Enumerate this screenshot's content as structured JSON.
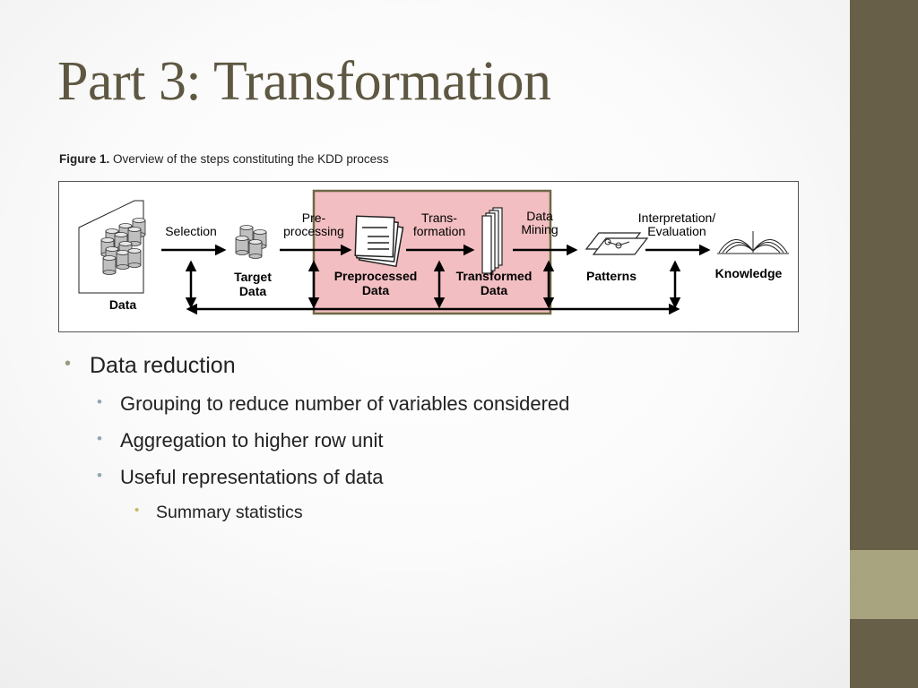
{
  "slide": {
    "title": "Part 3: Transformation"
  },
  "figure": {
    "caption_label": "Figure 1.",
    "caption_text": " Overview of the steps constituting the KDD process",
    "steps": {
      "selection": "Selection",
      "preprocessing_1": "Pre-",
      "preprocessing_2": "processing",
      "transformation_1": "Trans-",
      "transformation_2": "formation",
      "data_mining_1": "Data",
      "data_mining_2": "Mining",
      "interpretation_1": "Interpretation/",
      "interpretation_2": "Evaluation"
    },
    "stages": {
      "data": "Data",
      "target_1": "Target",
      "target_2": "Data",
      "preprocessed_1": "Preprocessed",
      "preprocessed_2": "Data",
      "transformed_1": "Transformed",
      "transformed_2": "Data",
      "patterns": "Patterns",
      "knowledge": "Knowledge"
    },
    "highlight_color": "#f1b8bc",
    "highlight_border": "#6f6845"
  },
  "bullets": [
    {
      "level": 1,
      "text": "Data reduction"
    },
    {
      "level": 2,
      "text": "Grouping to reduce number of variables considered"
    },
    {
      "level": 2,
      "text": "Aggregation to higher row unit"
    },
    {
      "level": 2,
      "text": "Useful representations of data"
    },
    {
      "level": 3,
      "text": "Summary statistics"
    }
  ],
  "colors": {
    "title": "#5e5742",
    "side_bar": "#675f47",
    "side_accent": "#a8a47f",
    "bullet_level_1": "#9a9a7f",
    "bullet_level_2": "#8fa8b0",
    "bullet_level_3": "#c6b75f"
  }
}
